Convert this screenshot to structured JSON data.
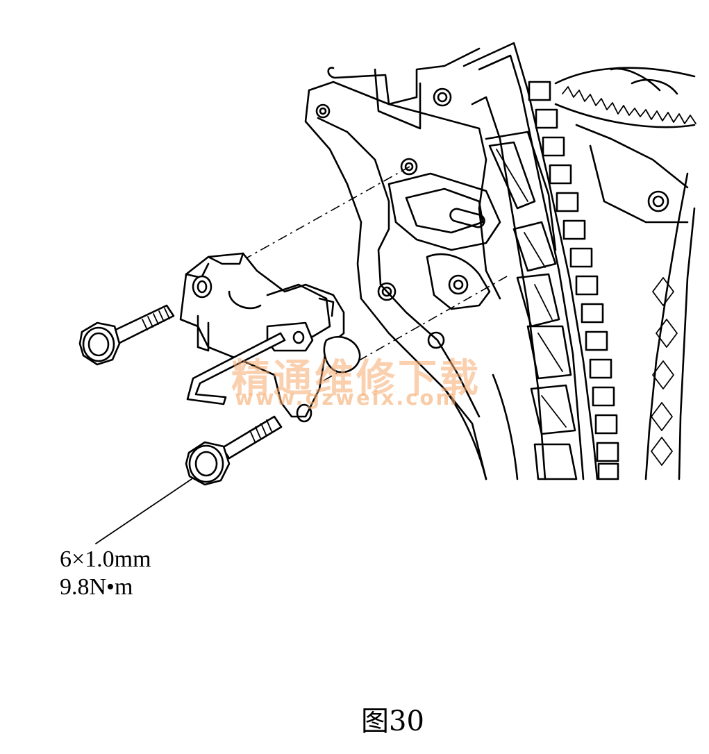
{
  "callout": {
    "bolt_spec": "6×1.0mm",
    "torque_spec": "9.8N•m"
  },
  "figure": {
    "caption": "图30"
  },
  "watermark": {
    "site_name": "精通维修下载",
    "url": "www.gzweix.com"
  },
  "colors": {
    "line": "#000000",
    "background": "#ffffff",
    "watermark": "#f5aa6e"
  },
  "icons": [
    "flange-bolt",
    "hex-key",
    "chain-tensioner",
    "timing-chain",
    "chain-guide",
    "sprocket"
  ]
}
